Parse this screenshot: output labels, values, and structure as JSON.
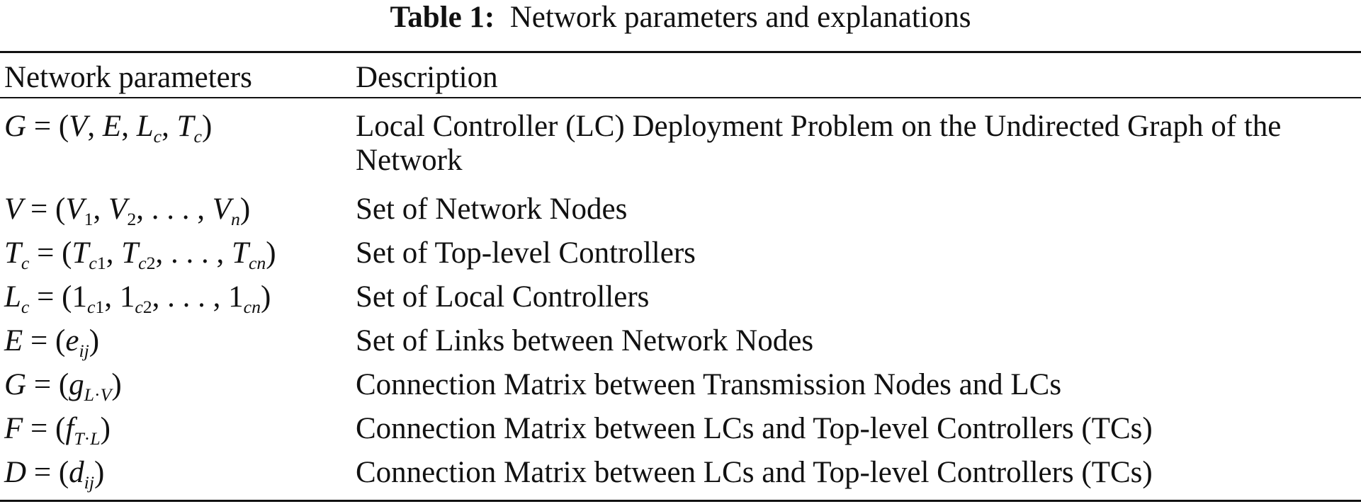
{
  "table": {
    "caption_label": "Table 1:",
    "caption_text": "Network parameters and explanations",
    "headers": [
      "Network parameters",
      "Description"
    ],
    "rows": [
      {
        "param": "G = (V, E, L_c, T_c)",
        "description": "Local Controller (LC) Deployment Problem on the Undirected Graph of the Network"
      },
      {
        "param": "V = (V_1, V_2, . . . , V_n)",
        "description": "Set of Network Nodes"
      },
      {
        "param": "T_c = (T_c1, T_c2, . . . , T_cn)",
        "description": "Set of Top-level Controllers"
      },
      {
        "param": "L_c = (1_c1, 1_c2, . . . , 1_cn)",
        "description": "Set of Local Controllers"
      },
      {
        "param": "E = (e_ij)",
        "description": "Set of Links between Network Nodes"
      },
      {
        "param": "G = (g_L·V)",
        "description": "Connection Matrix between Transmission Nodes and LCs"
      },
      {
        "param": "F = (f_T·L)",
        "description": "Connection Matrix between LCs and Top-level Controllers (TCs)"
      },
      {
        "param": "D = (d_ij)",
        "description": "Connection Matrix between LCs and Top-level Controllers (TCs)"
      }
    ]
  }
}
